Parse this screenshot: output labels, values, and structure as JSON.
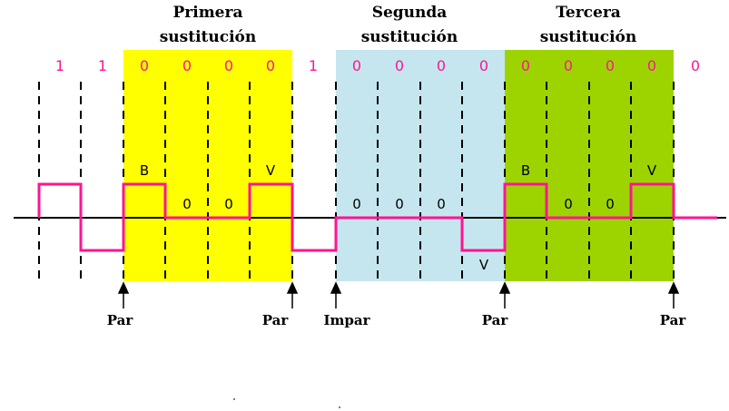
{
  "substitutions": [
    {
      "title_line1": "Primera",
      "title_line2": "sustitución",
      "color": "#ffff00"
    },
    {
      "title_line1": "Segunda",
      "title_line2": "sustitución",
      "color": "#c5e6ee"
    },
    {
      "title_line1": "Tercera",
      "title_line2": "sustitución",
      "color": "#9dd400"
    }
  ],
  "bits": [
    "1",
    "1",
    "0",
    "0",
    "0",
    "0",
    "1",
    "0",
    "0",
    "0",
    "0",
    "0",
    "0",
    "0",
    "0",
    "0"
  ],
  "pulse_labels": {
    "first": [
      "B",
      "0",
      "0",
      "V"
    ],
    "second": [
      "0",
      "0",
      "0",
      "V"
    ],
    "third": [
      "B",
      "0",
      "0",
      "V"
    ]
  },
  "parity_markers": [
    "Par",
    "Par",
    "Impar",
    "Par",
    "Par"
  ],
  "colors": {
    "signal": "#ff1493",
    "bits": "#ff1493",
    "axis": "#000000"
  }
}
